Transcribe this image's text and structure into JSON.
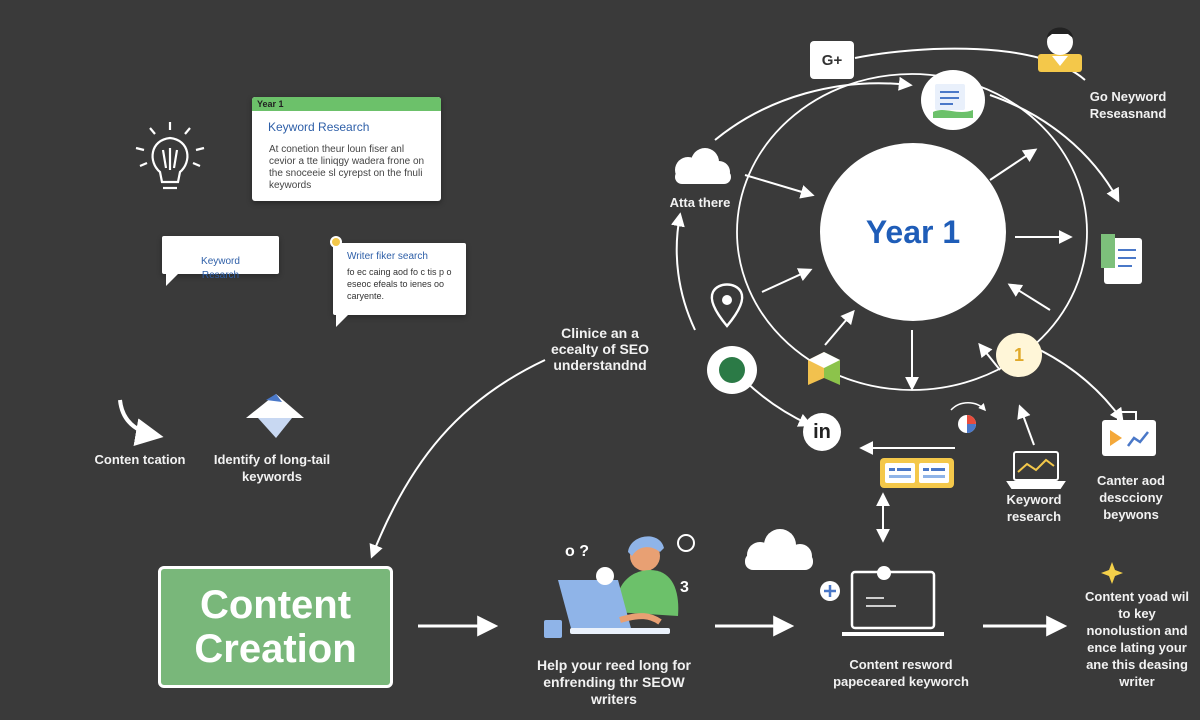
{
  "keyword_card": {
    "tag": "Year 1",
    "title": "Keyword Research",
    "body": "At conetion theur loun fiser anl cevior a tte liniqgy wadera frone on the snoceeie sl cyrepst on the fnuli keywords"
  },
  "keyword_bubble": {
    "text": "Keyword\nResarch"
  },
  "writer_bubble": {
    "title": "Writer fiker search",
    "body": "fo ec caing aod fo c tis p o eseoc efeals to ienes oo caryente."
  },
  "left_labels": {
    "content_creation": "Conten tcation",
    "long_tail": "Identify of long-tail keywords"
  },
  "hub": {
    "title": "Year 1"
  },
  "cycle_labels": {
    "atta_there": "Atta there",
    "clinice": "Clinice an a ecealty of SEO understandnd",
    "go_keyword": "Go Neyword Reseasnand",
    "keyword_research": "Keyword research",
    "content_desc": "Canter aod descciony beywons"
  },
  "icons": {
    "gplus": "G+",
    "one_badge": "1",
    "linkedin": "in"
  },
  "bottom": {
    "content_creation_box": "Content Creation",
    "help_text": "Help your reed long for enfrending thr SEOW writers",
    "keyword_text": "Content resword papeceared keyworch",
    "final_text": "Content yoad wil to key nonolustion and ence lating your ane this deasing writer"
  }
}
